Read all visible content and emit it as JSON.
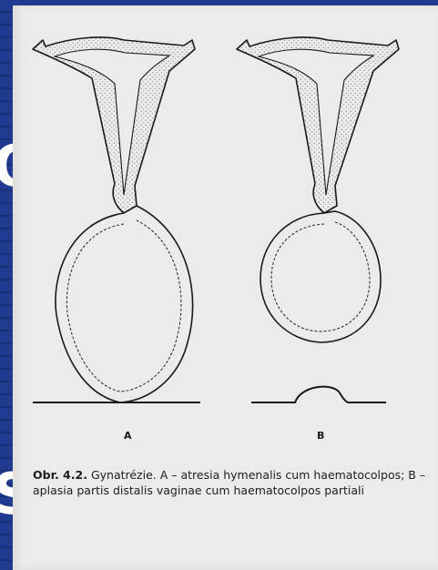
{
  "slide_fragments": {
    "left_letter_1": "O",
    "left_letter_2": "S"
  },
  "figure": {
    "label_a": "A",
    "label_b": "B"
  },
  "caption": {
    "label": "Obr. 4.2.",
    "text": "Gynatrézie. A – atresia hymenalis cum haematocolpos; B – aplasia partis distalis vaginae cum haematocolpos partiali"
  }
}
